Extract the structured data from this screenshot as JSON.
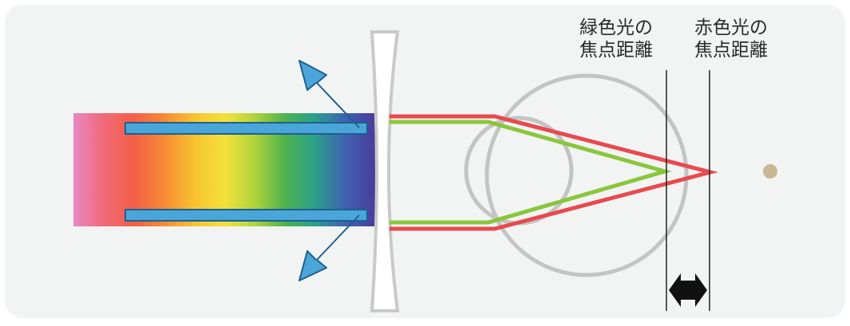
{
  "labels": {
    "green_focal": {
      "line1": "緑色光の",
      "line2": "焦点距離"
    },
    "red_focal": {
      "line1": "赤色光の",
      "line2": "焦点距離"
    }
  },
  "colors": {
    "background": "#f2f4f4",
    "green_light": "#8ac63c",
    "red_light": "#e84a4e",
    "arrow_blue": "#4aa6d8",
    "arrow_outline": "#1f5f8f",
    "eye_outline": "#c4c4c4",
    "lens_outline": "#c9c9c9",
    "focal_line": "#222222",
    "dot": "#c6b894"
  },
  "spectrum": {
    "colors": [
      "#e888c4",
      "#f06a78",
      "#f35e47",
      "#f78a34",
      "#f7c230",
      "#f4e13a",
      "#b2d43c",
      "#4fb24c",
      "#2aa08a",
      "#3f62b2",
      "#4a3c9a"
    ]
  }
}
